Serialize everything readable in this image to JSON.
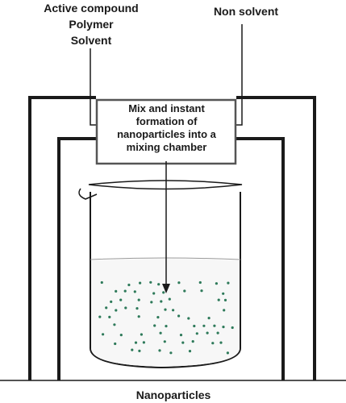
{
  "inputs_left": [
    "Active compound",
    "Polymer",
    "Solvent"
  ],
  "input_right": "Non solvent",
  "chamber_text": [
    "Mix and instant",
    "formation of",
    "nanoparticles into a",
    "mixing chamber"
  ],
  "output_label": "Nanoparticles",
  "colors": {
    "line": "#1a1a1a",
    "particle": "#2e7a5a",
    "box_fill": "#ffffff",
    "background": "#ffffff"
  }
}
